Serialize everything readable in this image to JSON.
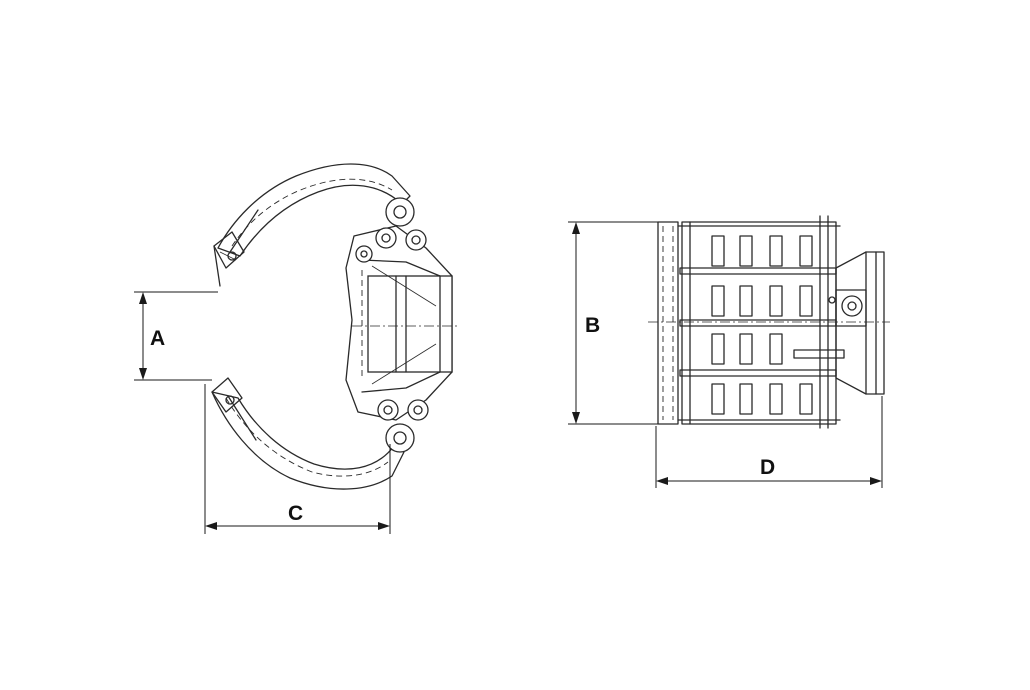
{
  "dimensions": {
    "a_label": "A",
    "b_label": "B",
    "c_label": "C",
    "d_label": "D"
  },
  "colors": {
    "line": "#2a2a2a",
    "background": "#ffffff"
  }
}
